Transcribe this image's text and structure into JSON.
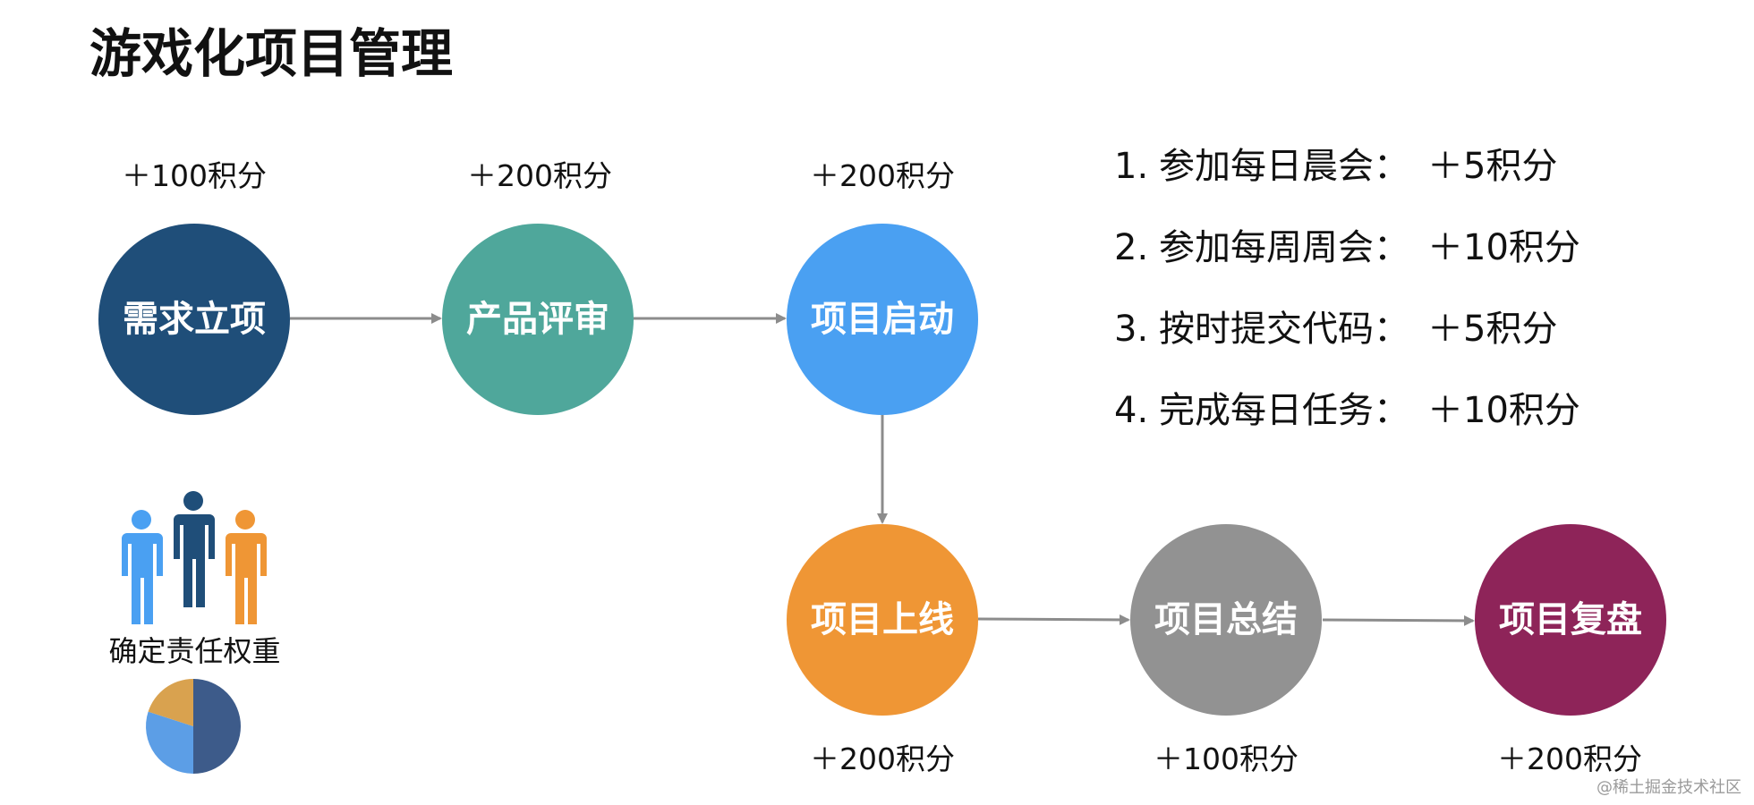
{
  "title": "游戏化项目管理",
  "stages": [
    {
      "label": "需求立项",
      "points": "＋100积分",
      "color": "#1f4e79"
    },
    {
      "label": "产品评审",
      "points": "＋200积分",
      "color": "#4fa79b"
    },
    {
      "label": "项目启动",
      "points": "＋200积分",
      "color": "#4aa0f2"
    },
    {
      "label": "项目上线",
      "points": "＋200积分",
      "color": "#ef9635"
    },
    {
      "label": "项目总结",
      "points": "＋100积分",
      "color": "#929292"
    },
    {
      "label": "项目复盘",
      "points": "＋200积分",
      "color": "#8e2459"
    }
  ],
  "flow": [
    {
      "from": 0,
      "to": 1
    },
    {
      "from": 1,
      "to": 2
    },
    {
      "from": 2,
      "to": 3
    },
    {
      "from": 3,
      "to": 4
    },
    {
      "from": 4,
      "to": 5
    }
  ],
  "rules": [
    {
      "num": "1.",
      "name": "参加每日晨会：",
      "points": "＋5积分"
    },
    {
      "num": "2.",
      "name": "参加每周周会：",
      "points": "＋10积分"
    },
    {
      "num": "3.",
      "name": "按时提交代码：",
      "points": "＋5积分"
    },
    {
      "num": "4.",
      "name": "完成每日任务：",
      "points": "＋10积分"
    }
  ],
  "weights": {
    "caption": "确定责任权重",
    "people_colors": [
      "#4aa0f2",
      "#1f4e79",
      "#ef9635"
    ],
    "pie": [
      {
        "value": 50,
        "color": "#3d5b8a"
      },
      {
        "value": 30,
        "color": "#5c9ee6"
      },
      {
        "value": 20,
        "color": "#d9a24f"
      }
    ]
  },
  "watermark": "@稀土掘金技术社区"
}
